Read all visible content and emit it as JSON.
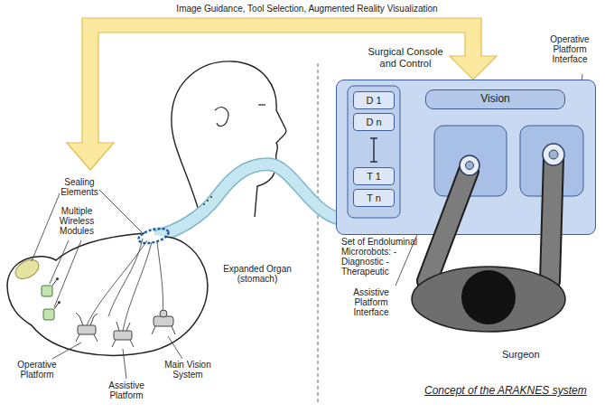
{
  "diagram": {
    "caption": "Concept of the ARAKNES system",
    "nodes": [
      {
        "text": [
          "Surgical Console and Control"
        ]
      },
      {
        "text": [
          "D 1"
        ],
        "in": 0
      },
      {
        "text": [
          "D n"
        ],
        "in": 0
      },
      {
        "text": [
          "T 1"
        ],
        "in": 0
      },
      {
        "text": [
          "T n"
        ],
        "in": 0
      },
      {
        "text": [
          "Vision"
        ],
        "in": 0
      }
    ],
    "labels": [
      "Image Guidance, Tool Selection, Augmented Reality Visualization",
      "Sealing Elements",
      "Multiple Wireless Modules",
      "Expanded Organ (stomach)",
      "Operative Platform",
      "Assistive Platform",
      "Main Vision System",
      "Set of Endoluminal Microrobots: - Diagnostic - Therapeutic",
      "Assistive Platform Interface",
      "Operative Platform Interface",
      "Surgeon"
    ]
  }
}
